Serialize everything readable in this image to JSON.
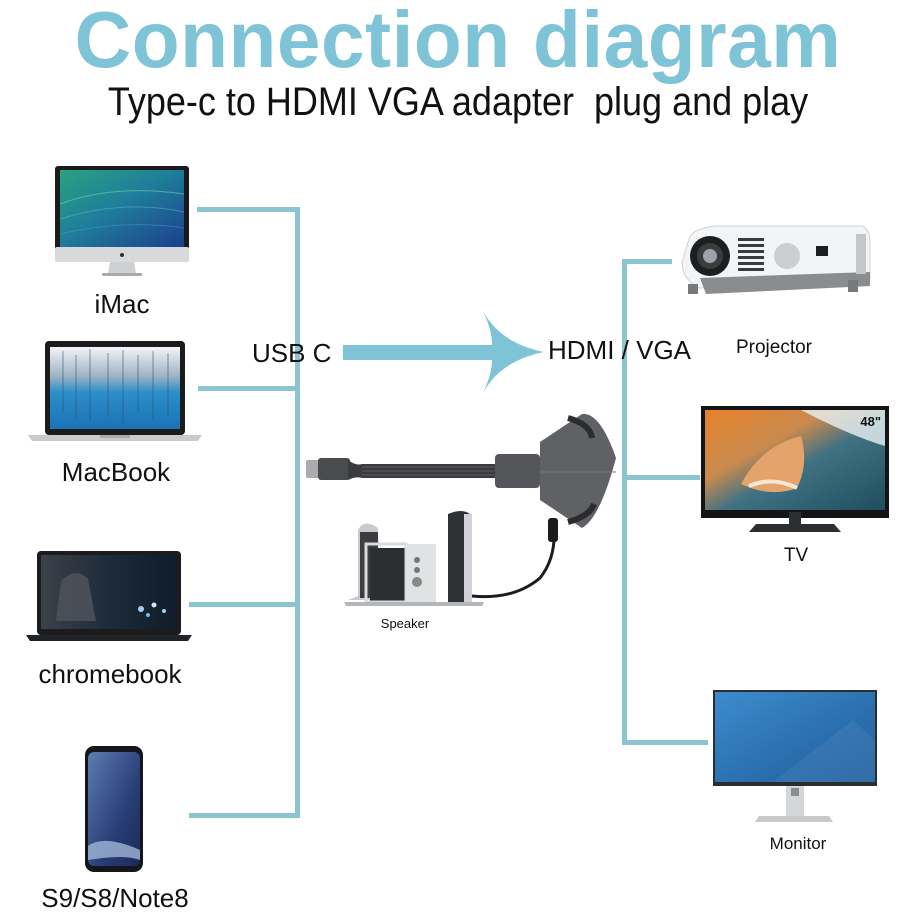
{
  "header": {
    "title": "Connection diagram",
    "subtitle": "Type-c to HDMI VGA adapter  plug and play"
  },
  "colors": {
    "accent": "#7ec3d6",
    "wire": "#8cc4d0",
    "text": "#111111"
  },
  "source_devices": [
    {
      "label": "iMac",
      "icon": "imac-icon"
    },
    {
      "label": "MacBook",
      "icon": "laptop-icon"
    },
    {
      "label": "chromebook",
      "icon": "laptop-icon"
    },
    {
      "label": "S9/S8/Note8",
      "icon": "smartphone-icon"
    }
  ],
  "connection": {
    "input_label": "USB C",
    "output_label": "HDMI / VGA",
    "arrow_icon": "arrow-right-icon"
  },
  "adapter": {
    "icon": "usb-c-adapter-icon"
  },
  "audio_device": {
    "label": "Speaker",
    "icon": "speaker-icon"
  },
  "output_devices": [
    {
      "label": "Projector",
      "icon": "projector-icon"
    },
    {
      "label": "TV",
      "icon": "tv-icon",
      "badge": "48\""
    },
    {
      "label": "Monitor",
      "icon": "monitor-icon"
    }
  ]
}
